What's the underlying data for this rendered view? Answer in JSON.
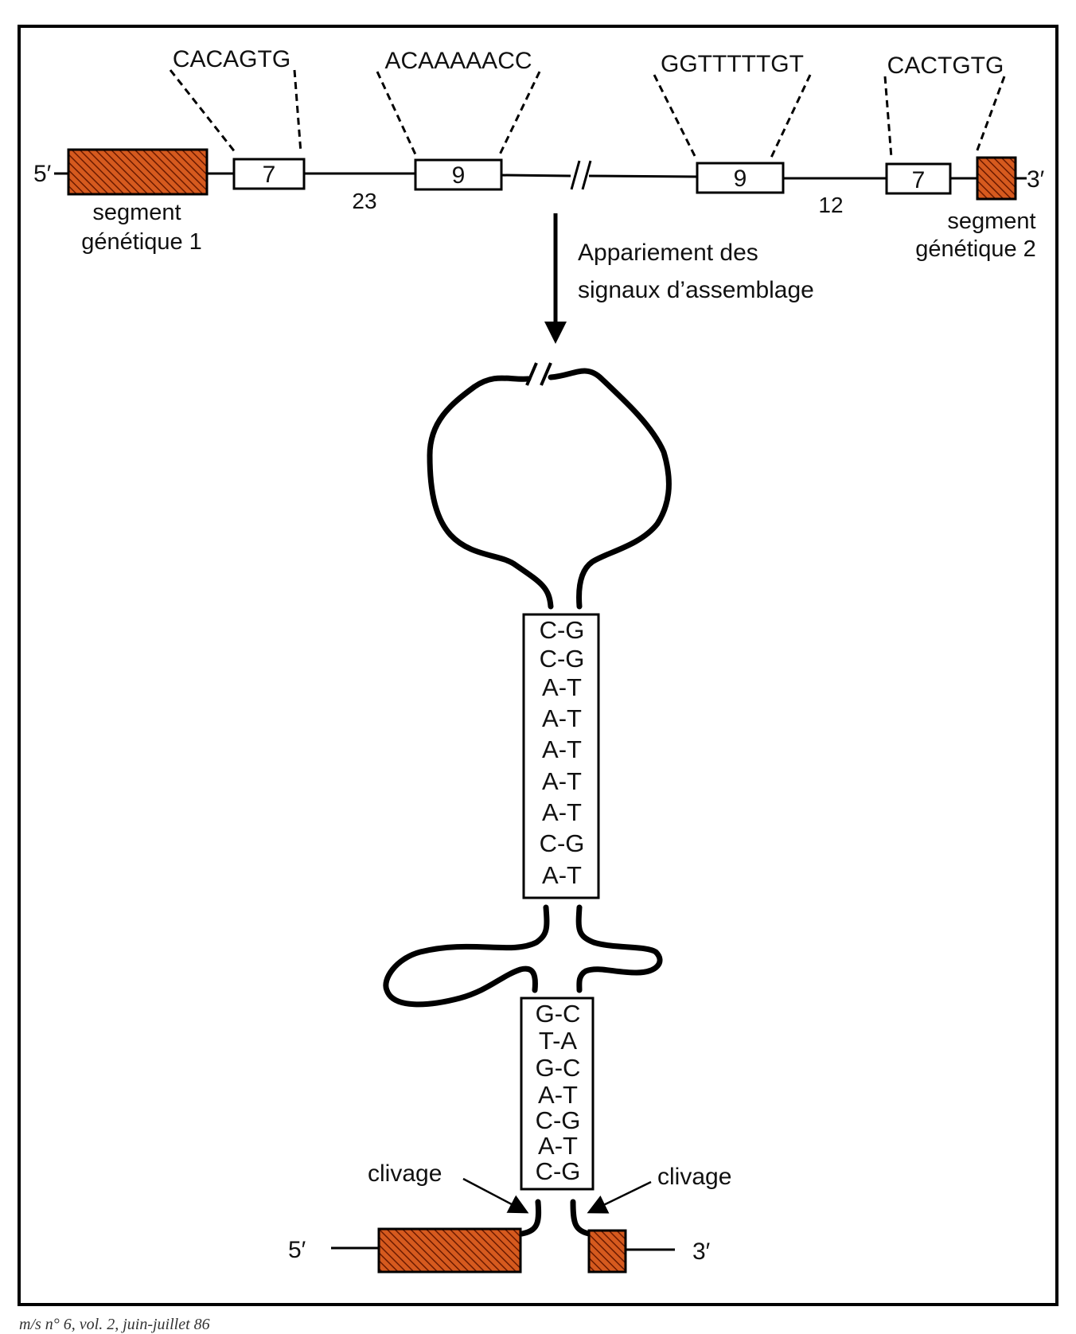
{
  "colors": {
    "segment_fill": "#d65a1e",
    "hatch": "#6b1a00",
    "line": "#000000"
  },
  "top_strand": {
    "end_5": "5′",
    "end_3": "3′",
    "motifs": [
      "CACAGTG",
      "ACAAAAACC",
      "GGTTTTTGT",
      "CACTGTG"
    ],
    "boxes": [
      "7",
      "9",
      "9",
      "7"
    ],
    "spacers": [
      "23",
      "12"
    ],
    "segment1": [
      "segment",
      "génétique 1"
    ],
    "segment2": [
      "segment",
      "génétique 2"
    ]
  },
  "arrow_label": [
    "Appariement des",
    "signaux  d’assemblage"
  ],
  "stem_nonamer": [
    "C-G",
    "C-G",
    "A-T",
    "A-T",
    "A-T",
    "A-T",
    "A-T",
    "C-G",
    "A-T"
  ],
  "stem_heptamer": [
    "G-C",
    "T-A",
    "G-C",
    "A-T",
    "C-G",
    "A-T",
    "C-G"
  ],
  "cleavage": {
    "left": "clivage",
    "right": "clivage"
  },
  "bottom": {
    "end_5": "5′",
    "end_3": "3′"
  },
  "footer": "m/s n° 6, vol. 2, juin-juillet 86"
}
